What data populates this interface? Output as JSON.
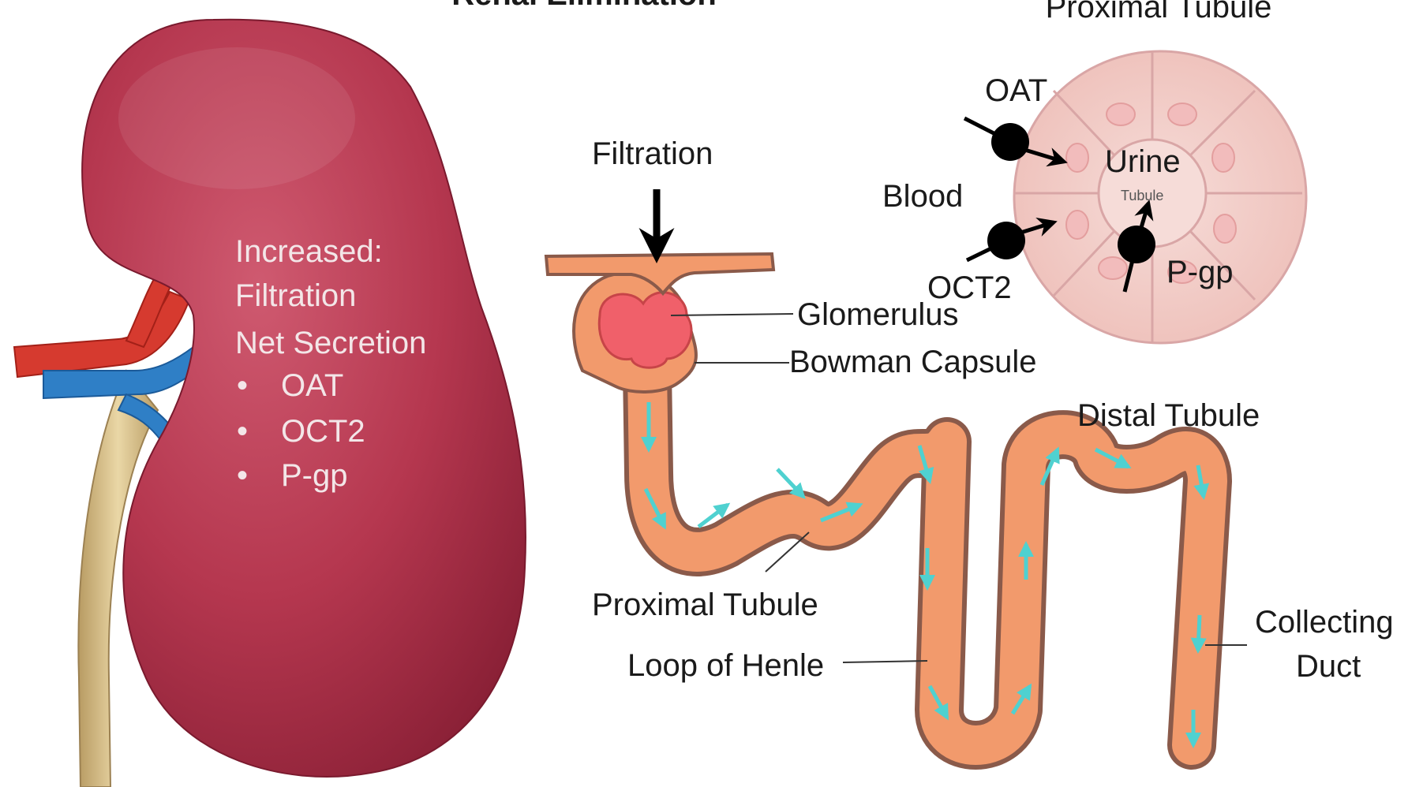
{
  "title": "Renal Elimination",
  "kidney": {
    "heading": "Increased:",
    "line_filtration": "Filtration",
    "line_secretion": "Net Secretion",
    "bullet": "•",
    "transporters": [
      "OAT",
      "OCT2",
      "P-gp"
    ]
  },
  "nephron": {
    "filtration": "Filtration",
    "glomerulus": "Glomerulus",
    "bowman": "Bowman Capsule",
    "proximal": "Proximal Tubule",
    "loop": "Loop of Henle",
    "distal": "Distal Tubule",
    "collecting_1": "Collecting",
    "collecting_2": "Duct"
  },
  "cross_section": {
    "header": "Proximal Tubule",
    "oat": "OAT",
    "oct2": "OCT2",
    "pgp": "P-gp",
    "blood": "Blood",
    "urine": "Urine",
    "lumen": "Tubule"
  },
  "colors": {
    "kidney": "#b5374f",
    "artery": "#d63a2f",
    "vein": "#2f7fc6",
    "ureter": "#d9c28f",
    "tubule_fill": "#f29a6c",
    "tubule_edge": "#8a5a4a",
    "glomerulus": "#f0606a",
    "arrow_cyan": "#4fd1d0",
    "cell_fill": "#f7d7d3",
    "cell_edge": "#d9a6a6"
  }
}
